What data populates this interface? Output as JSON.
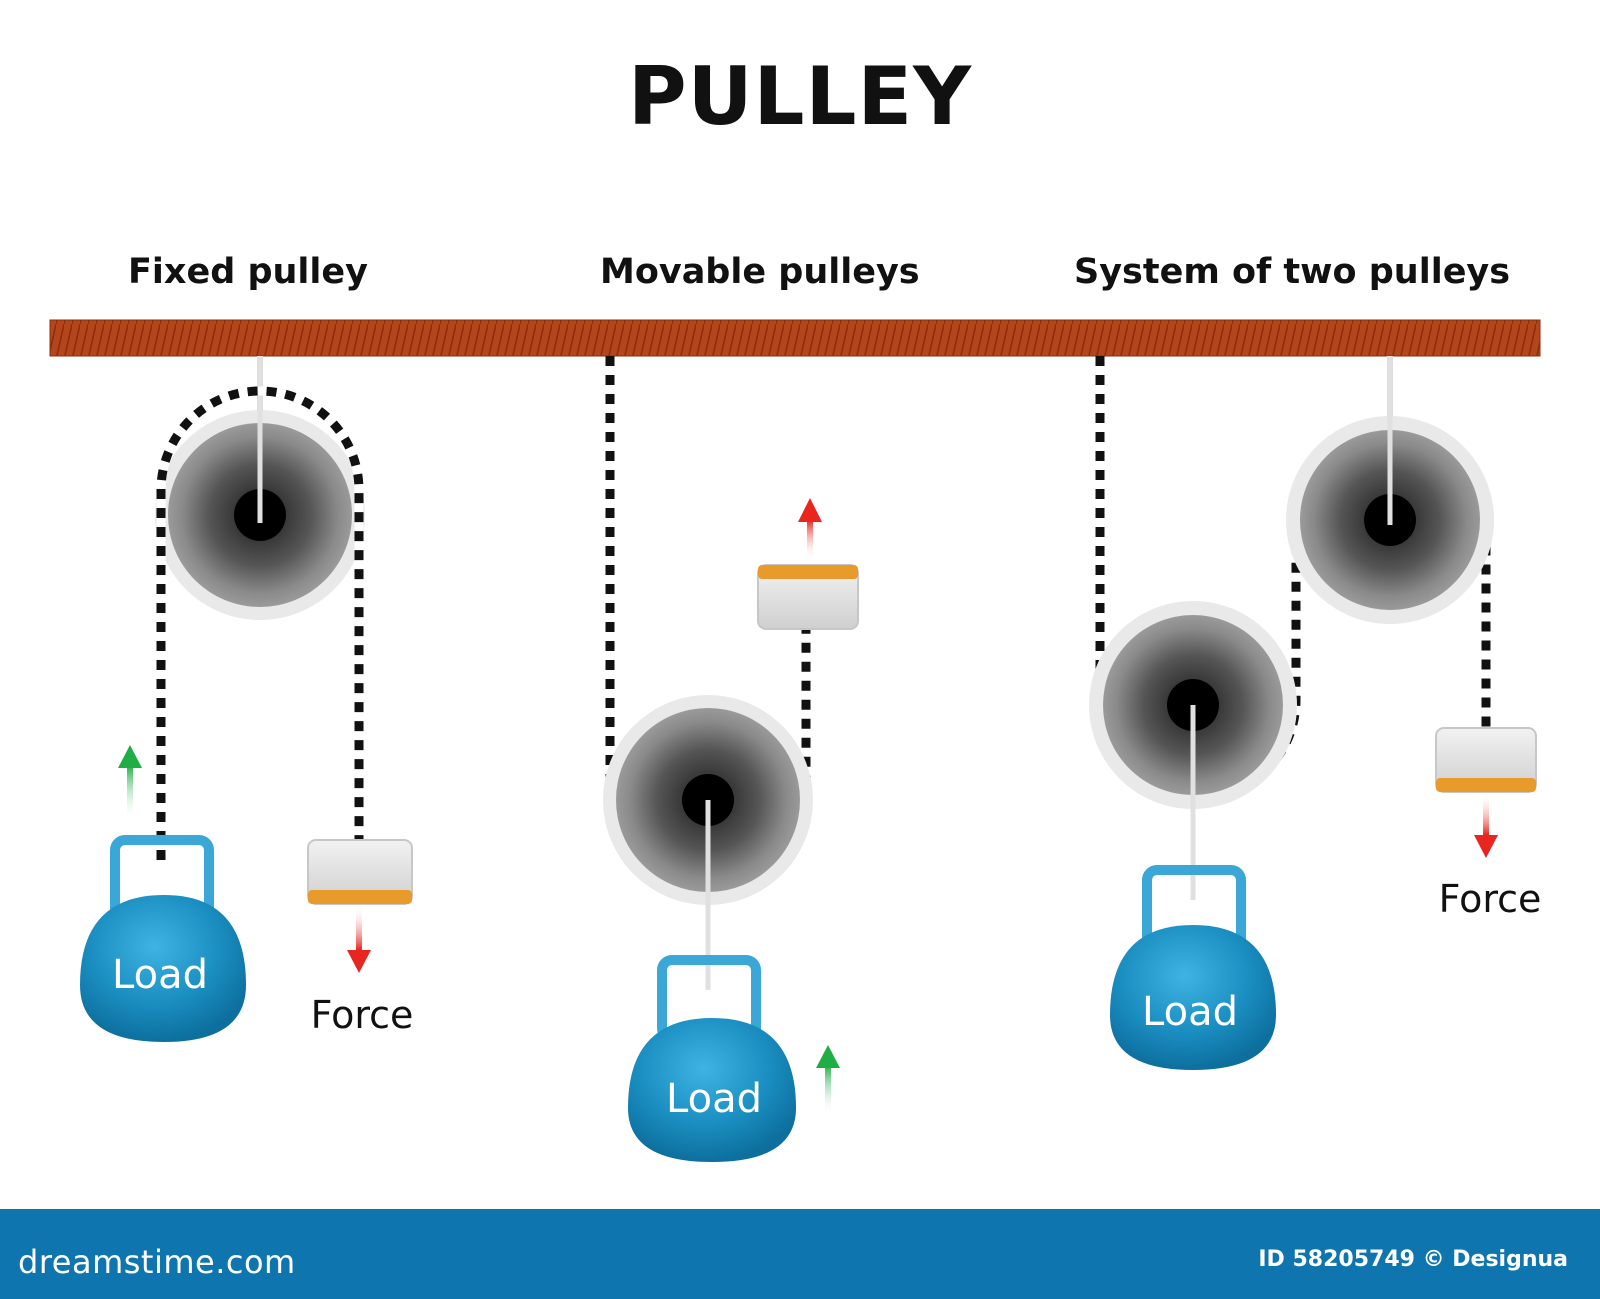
{
  "title": "PULLEY",
  "sections": [
    {
      "heading": "Fixed pulley",
      "load_label": "Load",
      "force_label": "Force"
    },
    {
      "heading": "Movable pulleys",
      "load_label": "Load"
    },
    {
      "heading": "System of two pulleys",
      "load_label": "Load",
      "force_label": "Force"
    }
  ],
  "footer": {
    "site": "dreamstime.com",
    "credit": "ID 58205749 © Designua"
  },
  "colors": {
    "beam": "#b5461c",
    "load": "#1a8ec0",
    "hook": "#3aa7d6",
    "force_arrow": "#e8251f",
    "lift_arrow": "#1fae43",
    "footer_bg": "#0f75ae"
  }
}
